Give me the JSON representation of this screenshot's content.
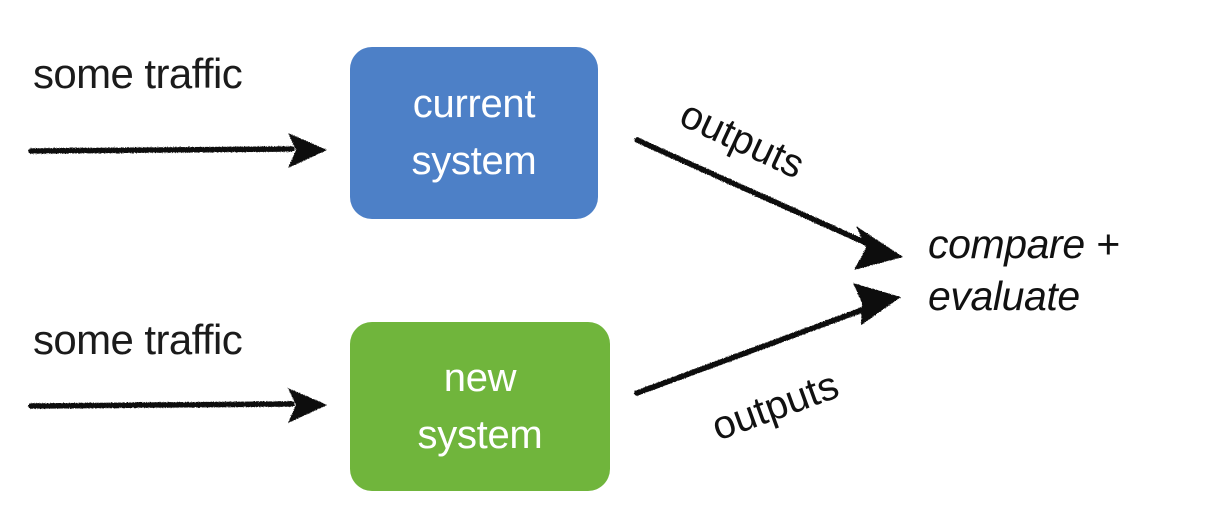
{
  "diagram": {
    "title": "shadow traffic comparison diagram",
    "background": "#ffffff",
    "nodes": {
      "current_system": {
        "line1": "current",
        "line2": "system",
        "fill": "#4d80c7",
        "text_color": "#ffffff"
      },
      "new_system": {
        "line1": "new",
        "line2": "system",
        "fill": "#70b53c",
        "text_color": "#ffffff"
      }
    },
    "labels": {
      "traffic_top": "some traffic",
      "traffic_bottom": "some traffic",
      "outputs_top": "outputs",
      "outputs_bottom": "outputs",
      "compare_line1": "compare +",
      "compare_line2": "evaluate"
    },
    "edges": [
      {
        "name": "traffic-to-current-system",
        "label": "some traffic",
        "from": "traffic source",
        "to": "current system",
        "style": "hand-drawn solid arrow",
        "color": "#111111"
      },
      {
        "name": "traffic-to-new-system",
        "label": "some traffic",
        "from": "traffic source",
        "to": "new system",
        "style": "hand-drawn solid arrow",
        "color": "#111111"
      },
      {
        "name": "current-system-to-compare",
        "label": "outputs",
        "from": "current system",
        "to": "compare + evaluate",
        "style": "hand-drawn solid arrow",
        "color": "#111111"
      },
      {
        "name": "new-system-to-compare",
        "label": "outputs",
        "from": "new system",
        "to": "compare + evaluate",
        "style": "hand-drawn solid arrow",
        "color": "#111111"
      }
    ]
  }
}
